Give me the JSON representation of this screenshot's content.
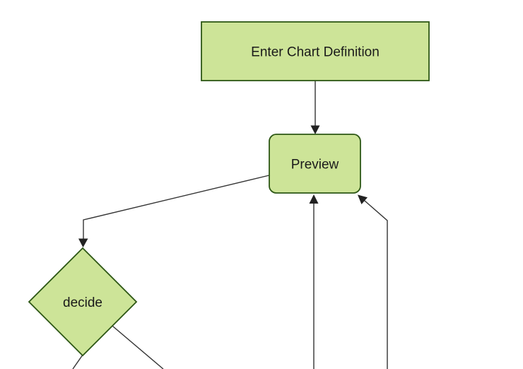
{
  "diagram": {
    "type": "flowchart",
    "background": "#ffffff",
    "colors": {
      "node_fill": "#cde498",
      "node_border": "#2d5715",
      "edge_line": "#333333",
      "arrowhead": "#222222",
      "text": "#1a1a1a"
    },
    "nodes": {
      "enter": {
        "label": "Enter Chart Definition",
        "shape": "rectangle"
      },
      "preview": {
        "label": "Preview",
        "shape": "rounded-rectangle"
      },
      "decide": {
        "label": "decide",
        "shape": "diamond"
      }
    },
    "edges": [
      {
        "from": "enter",
        "to": "preview",
        "style": "straight-vertical-arrow"
      },
      {
        "from": "preview",
        "to": "decide",
        "style": "elbow-arrow"
      },
      {
        "from": "offscreen-bottom",
        "to": "preview",
        "style": "straight-vertical-arrow"
      },
      {
        "from": "offscreen-bottom",
        "to": "preview",
        "style": "elbow-arrow"
      },
      {
        "from": "decide",
        "to": "offscreen-bottom",
        "style": "line"
      },
      {
        "from": "decide",
        "to": "offscreen-bottom",
        "style": "line"
      }
    ]
  }
}
